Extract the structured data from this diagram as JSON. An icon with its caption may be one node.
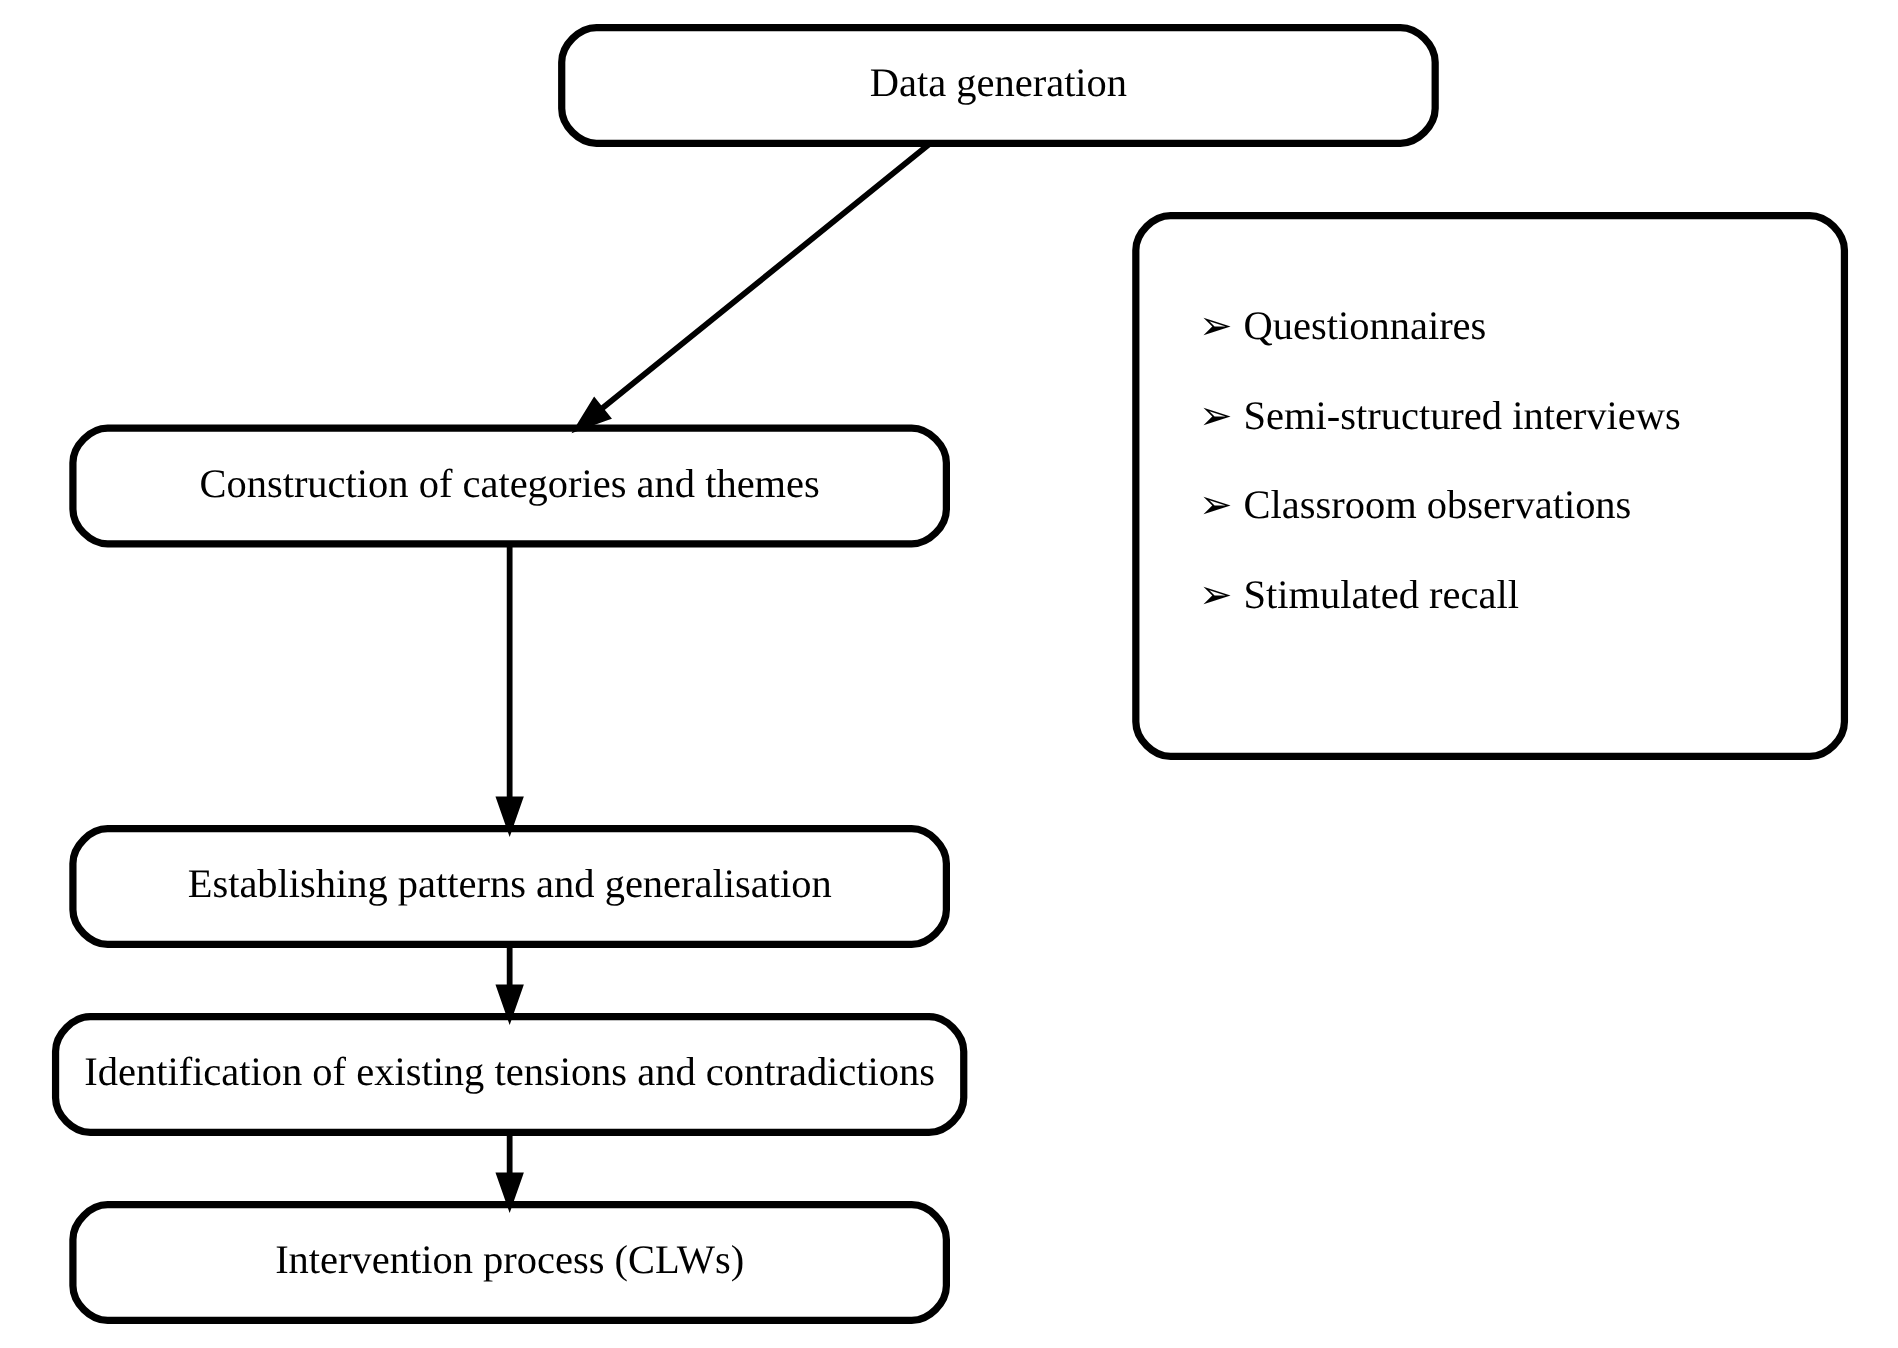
{
  "diagram": {
    "nodes": [
      {
        "text": [
          "Data generation"
        ]
      },
      {
        "text": [
          "Construction of categories and themes"
        ]
      },
      {
        "text": [
          "Establishing patterns and generalisation"
        ]
      },
      {
        "text": [
          "Identification of existing tensions and contradictions"
        ]
      },
      {
        "text": [
          "Intervention process (CLWs)"
        ]
      },
      {
        "text": [
          "➢ Questionnaires",
          "➢ Semi-structured interviews",
          "➢ Classroom observations",
          "➢ Stimulated recall"
        ]
      }
    ],
    "edges": [
      {
        "from": 0,
        "to": 1,
        "arrow": "to"
      },
      {
        "from": 1,
        "to": 2,
        "arrow": "to"
      },
      {
        "from": 2,
        "to": 3,
        "arrow": "to"
      },
      {
        "from": 3,
        "to": 4,
        "arrow": "to"
      }
    ]
  }
}
